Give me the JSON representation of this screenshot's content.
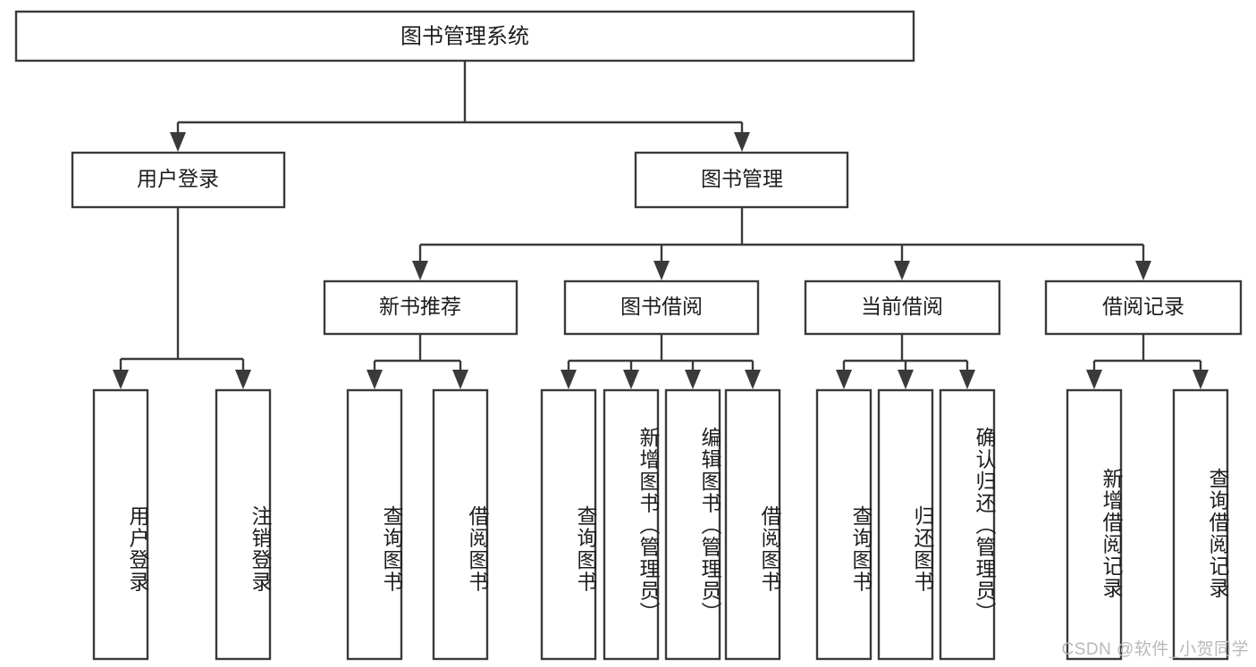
{
  "diagram": {
    "title": "图书管理系统",
    "type": "tree-hierarchy",
    "watermark": "CSDN @软件_小贺同学",
    "colors": {
      "stroke": "#3a3a3a",
      "fill": "#ffffff",
      "text": "#1d1d1d",
      "watermark": "#b9b9b9",
      "background": "#ffffff"
    },
    "root": {
      "label": "图书管理系统"
    },
    "level2": [
      {
        "label": "用户登录"
      },
      {
        "label": "图书管理"
      }
    ],
    "level3": [
      {
        "label": "新书推荐"
      },
      {
        "label": "图书借阅"
      },
      {
        "label": "当前借阅"
      },
      {
        "label": "借阅记录"
      }
    ],
    "leaves": {
      "user_login": [
        {
          "label": "用户登录"
        },
        {
          "label": "注销登录"
        }
      ],
      "new_book_recommend": [
        {
          "label": "查询图书"
        },
        {
          "label": "借阅图书"
        }
      ],
      "book_borrow": [
        {
          "label": "查询图书"
        },
        {
          "label": "新增图书（管理员）"
        },
        {
          "label": "编辑图书（管理员）"
        },
        {
          "label": "借阅图书"
        }
      ],
      "current_borrow": [
        {
          "label": "查询图书"
        },
        {
          "label": "归还图书"
        },
        {
          "label": "确认归还（管理员）"
        }
      ],
      "borrow_record": [
        {
          "label": "新增借阅记录"
        },
        {
          "label": "查询借阅记录"
        }
      ]
    }
  }
}
